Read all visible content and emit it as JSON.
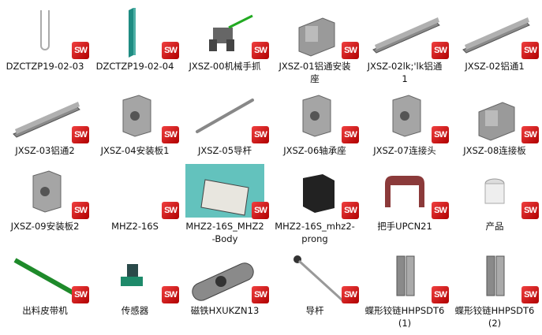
{
  "files": [
    {
      "name": "DZCTZP19-02-03",
      "shape": "wire"
    },
    {
      "name": "DZCTZP19-02-04",
      "shape": "plate-teal"
    },
    {
      "name": "JXSZ-00机械手抓",
      "shape": "gripper"
    },
    {
      "name": "JXSZ-01铝通安装座",
      "shape": "bracket"
    },
    {
      "name": "JXSZ-02lk;'lk铝通1",
      "shape": "rail"
    },
    {
      "name": "JXSZ-02铝通1",
      "shape": "rail"
    },
    {
      "name": "JXSZ-03铝通2",
      "shape": "rail"
    },
    {
      "name": "JXSZ-04安装板1",
      "shape": "block"
    },
    {
      "name": "JXSZ-05导杆",
      "shape": "rod"
    },
    {
      "name": "JXSZ-06轴承座",
      "shape": "block"
    },
    {
      "name": "JXSZ-07连接头",
      "shape": "block"
    },
    {
      "name": "JXSZ-08连接板",
      "shape": "bracket"
    },
    {
      "name": "JXSZ-09安装板2",
      "shape": "block"
    },
    {
      "name": "MHZ2-16S",
      "shape": "none"
    },
    {
      "name": "MHZ2-16S_MHZ2-Body",
      "shape": "body"
    },
    {
      "name": "MHZ2-16S_mhz2-prong",
      "shape": "dark-block"
    },
    {
      "name": "把手UPCN21",
      "shape": "handle"
    },
    {
      "name": "产品",
      "shape": "product"
    },
    {
      "name": "出料皮带机",
      "shape": "belt"
    },
    {
      "name": "传感器",
      "shape": "sensor"
    },
    {
      "name": "磁铁HXUKZN13",
      "shape": "magnet"
    },
    {
      "name": "导杆",
      "shape": "rod2"
    },
    {
      "name": "蝶形铰链HHPSDT6(1)",
      "shape": "hinge"
    },
    {
      "name": "蝶形铰链HHPSDT6(2)",
      "shape": "hinge"
    }
  ],
  "badge": "SW"
}
